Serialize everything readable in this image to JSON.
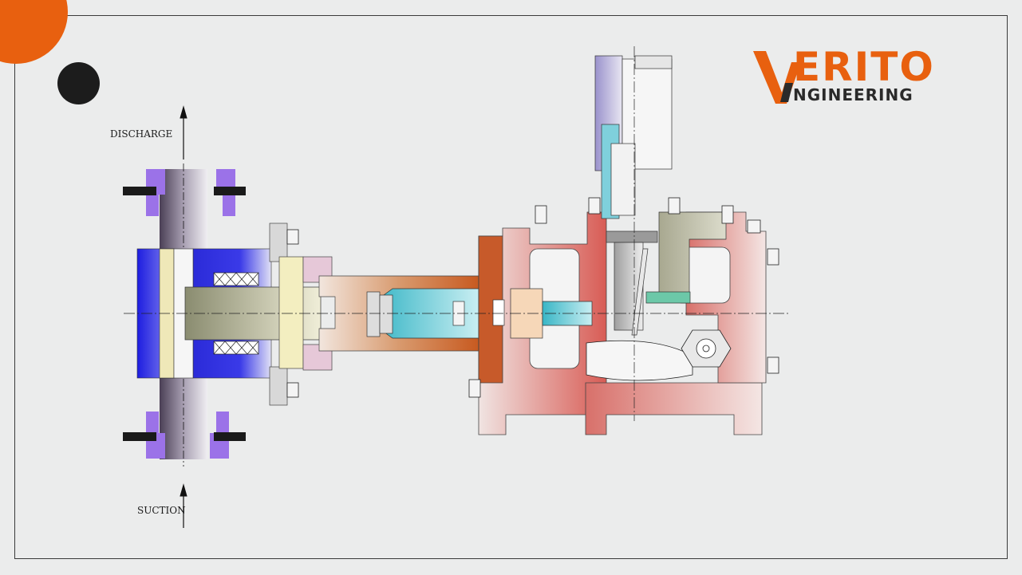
{
  "brand": {
    "logo_word": "ERITO",
    "logo_sub": "NGINEERING",
    "accent_color": "#e8600f",
    "dark_color": "#1c1c1c"
  },
  "diagram": {
    "discharge_label": "DISCHARGE",
    "suction_label": "SUCTION"
  }
}
